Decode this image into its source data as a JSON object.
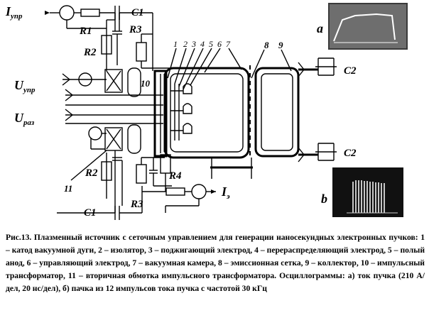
{
  "labels": {
    "i_upr": "I",
    "i_upr_sub": "упр",
    "u_upr": "U",
    "u_upr_sub": "упр",
    "u_raz": "U",
    "u_raz_sub": "раз",
    "i_e": "I",
    "i_e_sub": "э",
    "r1": "R1",
    "r2_top": "R2",
    "r2_bottom": "R2",
    "r3_top": "R3",
    "r3_bottom": "R3",
    "r4": "R4",
    "c1_top": "C1",
    "c1_bottom": "C1",
    "c2_top": "C2",
    "c2_bottom": "C2",
    "n10": "10",
    "n11": "11",
    "n8": "8",
    "n9": "9",
    "n1": "1",
    "n2": "2",
    "n3": "3",
    "n4": "4",
    "n5": "5",
    "n6": "6",
    "n7": "7",
    "osc_a": "a",
    "osc_b": "b"
  },
  "caption": "Рис.13. Плазменный источник с сеточным управлением для генерации наносекундных электронных пучков: 1 – катод вакуумной дуги, 2 – изолятор, 3 – поджигающий электрод, 4 – перераспределяющий электрод, 5 – полый анод, 6 – управляющий электрод, 7 – вакуумная камера, 8 – эмиссионная сетка, 9 – коллектор, 10 – импульсный трансформатор, 11 – вторичная обмотка импульсного трансформатора. Осциллограммы: а) ток пучка (210 А/дел, 20 нс/дел), б) пачка из 12 импульсов тока пучка с частотой 30 кГц"
}
